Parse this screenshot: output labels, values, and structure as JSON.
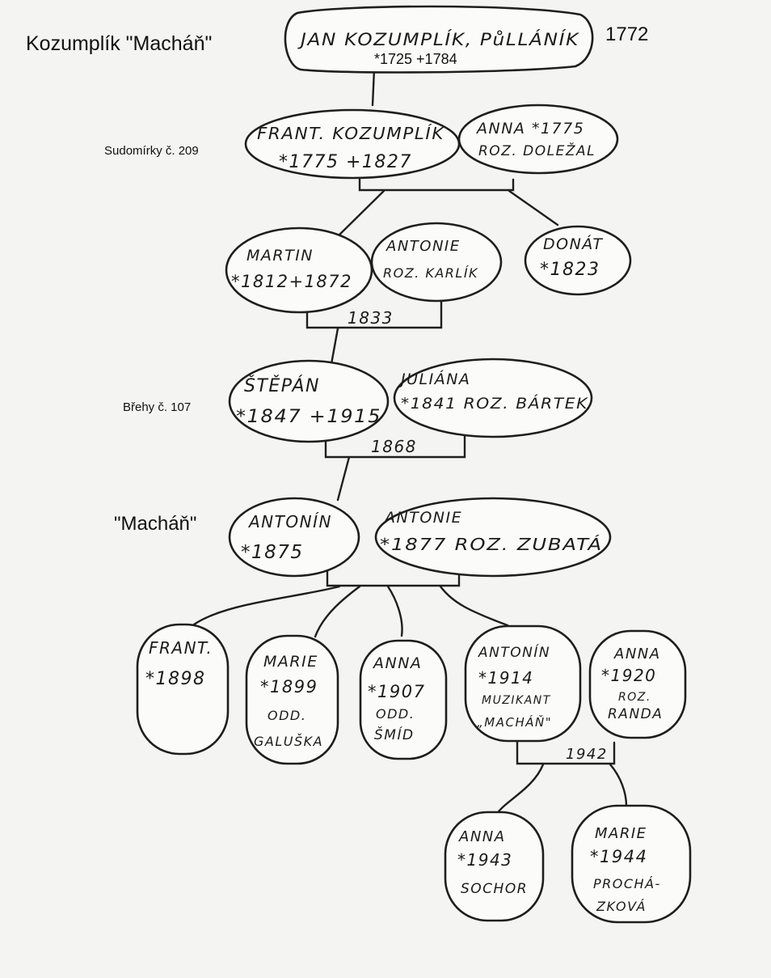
{
  "labels": {
    "family": "Kozumplík \"Macháň\"",
    "year_top": "1772",
    "place_1": "Sudomírky č. 209",
    "place_2": "Břehy č. 107",
    "nickname": "\"Macháň\""
  },
  "people": {
    "jan": {
      "line1": "JAN KOZUMPLÍK, PůLLÁNÍK",
      "line2": "*1725 +1784"
    },
    "frant": {
      "line1": "FRANT. KOZUMPLÍK",
      "line2": "*1775 +1827"
    },
    "anna_1775": {
      "line1": "ANNA *1775",
      "line2": "ROZ. DOLEŽAL"
    },
    "martin": {
      "line1": "MARTIN",
      "line2": "*1812+1872"
    },
    "antonie_karlik": {
      "line1": "ANTONIE",
      "line2": "ROZ. KARLÍK"
    },
    "donat": {
      "line1": "DONÁT",
      "line2": "*1823"
    },
    "stepan": {
      "line1": "ŠTĚPÁN",
      "line2": "*1847 +1915"
    },
    "juliana": {
      "line1": "JULIÁNA",
      "line2": "*1841 ROZ. BÁRTEK"
    },
    "antonin_1875": {
      "line1": "ANTONÍN",
      "line2": "*1875"
    },
    "antonie_zubata": {
      "line1": "ANTONIE",
      "line2": "*1877 ROZ. ZUBATÁ"
    },
    "frant_1898": {
      "line1": "FRANT.",
      "line2": "*1898"
    },
    "marie_1899": {
      "line1": "MARIE",
      "line2": "*1899",
      "line3": "ODD.",
      "line4": "GALUŠKA"
    },
    "anna_1907": {
      "line1": "ANNA",
      "line2": "*1907",
      "line3": "ODD.",
      "line4": "ŠMÍD"
    },
    "antonin_1914": {
      "line1": "ANTONÍN",
      "line2": "*1914",
      "line3": "MUZIKANT",
      "line4": "„MACHÁŇ\""
    },
    "anna_1920": {
      "line1": "ANNA",
      "line2": "*1920",
      "line3": "ROZ.",
      "line4": "RANDA"
    },
    "anna_1943": {
      "line1": "ANNA",
      "line2": "*1943",
      "line3": "SOCHOR"
    },
    "marie_1944": {
      "line1": "MARIE",
      "line2": "*1944",
      "line3": "PROCHÁ-",
      "line4": "ZKOVÁ"
    }
  },
  "marriages": {
    "m1833": "1833",
    "m1868": "1868",
    "m1942": "1942"
  }
}
